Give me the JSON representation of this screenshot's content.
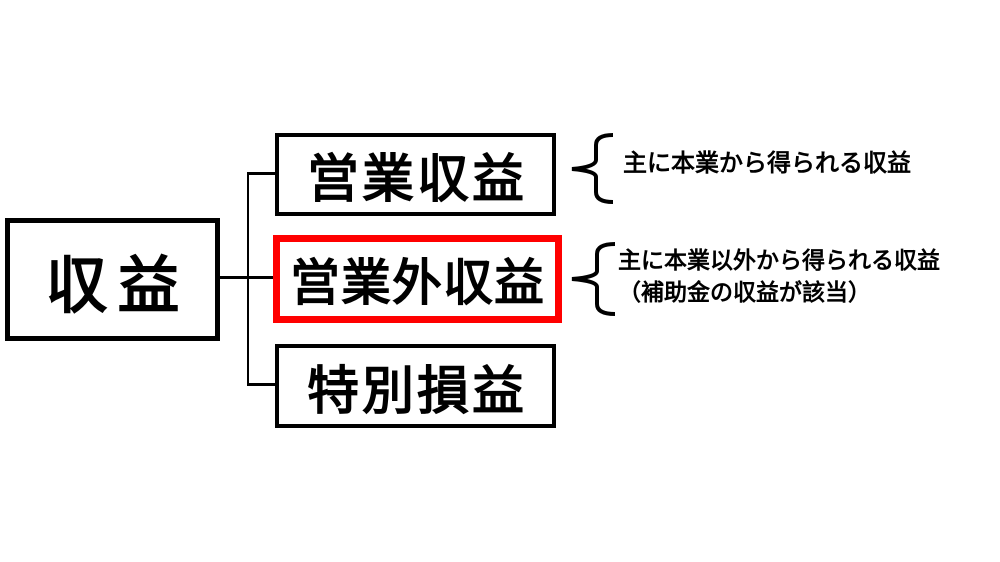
{
  "diagram": {
    "background_color": "#ffffff",
    "line_color": "#000000",
    "highlight_color": "#ff0000",
    "root": {
      "label": "収益"
    },
    "children": [
      {
        "label": "営業収益",
        "highlighted": false,
        "note_lines": [
          "主に本業から得られる収益"
        ]
      },
      {
        "label": "営業外収益",
        "highlighted": true,
        "note_lines": [
          "主に本業以外から得られる収益",
          "（補助金の収益が該当）"
        ]
      },
      {
        "label": "特別損益",
        "highlighted": false,
        "note_lines": []
      }
    ]
  }
}
